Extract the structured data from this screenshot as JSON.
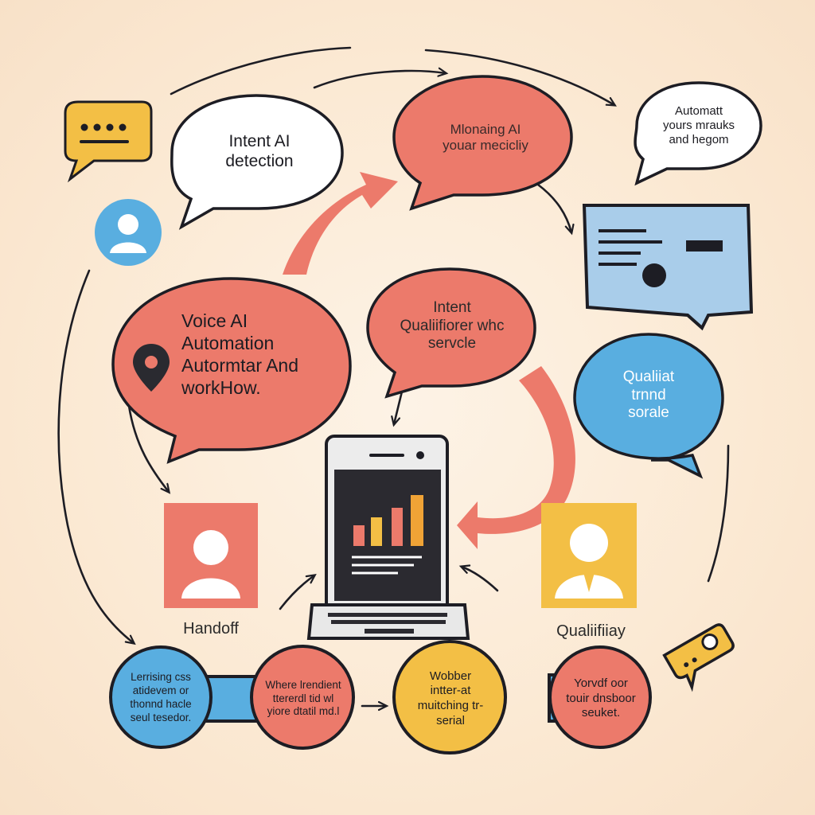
{
  "bubbles": {
    "intent_detection": "Intent AI\ndetection",
    "monitoring": "Mlonaing AI\nyouar mecicliy",
    "automatt": "Automatt\nyours mrauks\nand hegom",
    "voice_ai": "Voice AI\nAutomation\nAutormtar And\nworkHow.",
    "intent_qualifier": "Intent\nQualiifiorer whc\nservcle",
    "qualiiat": "Qualiiat\ntrnnd\nsorale"
  },
  "personas": {
    "left_label": "Handoff",
    "right_label": "Qualiifiiay"
  },
  "pipeline": {
    "step1": "Lerrising css\natidevem or\nthonnd hacle\nseul tesedor.",
    "step2": "Where lrendient\nttererdl tid wl\nyiore dtatil md.l",
    "step3": "Wobber\nintter-at\nmuitching tr-\nserial",
    "step4": "Yorvdf oor\ntouir dnsboor\nseuket."
  },
  "colors": {
    "background": "#fbe9d3",
    "coral": "#ec7a6b",
    "blue": "#59aee0",
    "yellow": "#f3bf45",
    "light_blue": "#a9cdea",
    "outline": "#1d1d24"
  },
  "icons": [
    "chat-dots-icon",
    "user-icon",
    "location-pin-icon",
    "id-card-icon",
    "laptop-icon",
    "bar-chart-icon",
    "ticket-icon"
  ]
}
